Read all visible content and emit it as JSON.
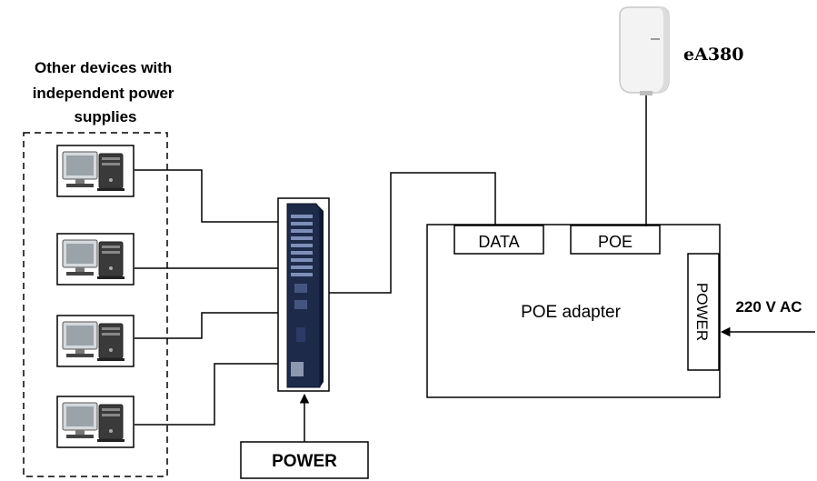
{
  "devices_group": {
    "label_lines": [
      "Other devices with",
      "independent power",
      "supplies"
    ],
    "device_count": 4,
    "device_icon": "desktop-computer-icon"
  },
  "switch": {
    "icon": "network-switch-icon"
  },
  "power_supply": {
    "label": "POWER"
  },
  "ap": {
    "label": "eA380",
    "icon": "access-point-icon"
  },
  "poe_adapter": {
    "label": "POE adapter",
    "data_port": "DATA",
    "poe_port": "POE",
    "power_port": "POWER",
    "ac_input": "220 V AC"
  }
}
